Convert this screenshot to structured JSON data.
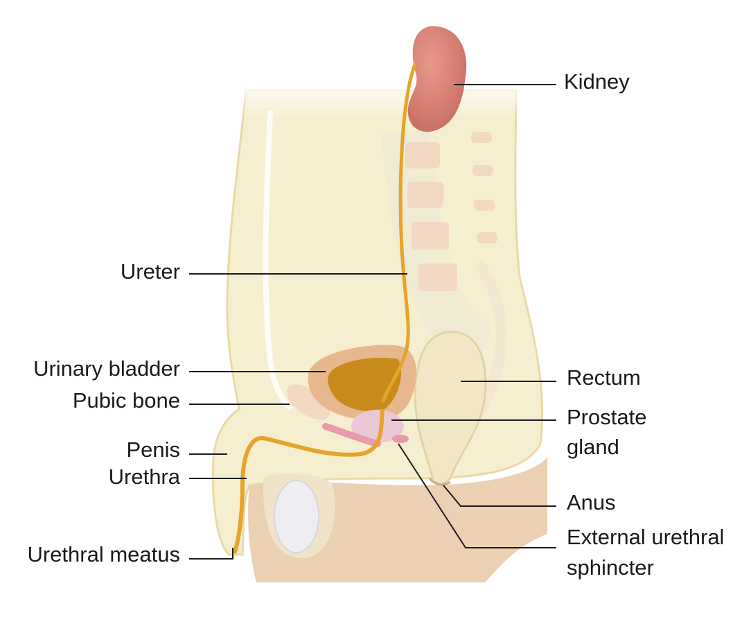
{
  "labels": {
    "kidney": "Kidney",
    "ureter": "Ureter",
    "urinary_bladder": "Urinary bladder",
    "pubic_bone": "Pubic bone",
    "penis": "Penis",
    "urethra": "Urethra",
    "urethral_meatus": "Urethral meatus",
    "rectum": "Rectum",
    "prostate_line1": "Prostate",
    "prostate_line2": "gland",
    "anus": "Anus",
    "sphincter_line1": "External urethral",
    "sphincter_line2": "sphincter"
  },
  "colors": {
    "body": "#f6efcf",
    "body_outline": "#ead9a8",
    "skin": "#e9c7a6",
    "kidney": "#d98377",
    "ureter": "#e6a42a",
    "bladder_wall": "#e7b78e",
    "bladder_lumen": "#c98a1c",
    "prostate": "#ecc8d6",
    "bone": "#f3d8c4",
    "sphincter": "#e79aa8",
    "testis": "#eeeef2",
    "leader_line": "#1a1a1a"
  }
}
